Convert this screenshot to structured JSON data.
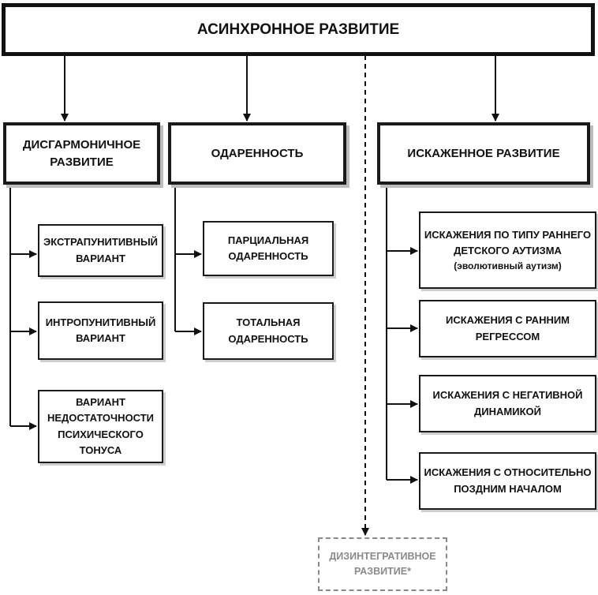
{
  "root": "АСИНХРОННОЕ РАЗВИТИЕ",
  "groups": [
    {
      "title_lines": [
        "ДИСГАРМОНИЧНОЕ",
        "РАЗВИТИЕ"
      ],
      "items": [
        {
          "lines": [
            "ЭКСТРАПУНИТИВНЫЙ",
            "ВАРИАНТ"
          ]
        },
        {
          "lines": [
            "ИНТРОПУНИТИВНЫЙ",
            "ВАРИАНТ"
          ]
        },
        {
          "lines": [
            "ВАРИАНТ",
            "НЕДОСТАТОЧНОСТИ",
            "ПСИХИЧЕСКОГО ТОНУСА"
          ]
        }
      ]
    },
    {
      "title_lines": [
        "ОДАРЕННОСТЬ"
      ],
      "items": [
        {
          "lines": [
            "ПАРЦИАЛЬНАЯ",
            "ОДАРЕННОСТЬ"
          ]
        },
        {
          "lines": [
            "ТОТАЛЬНАЯ",
            "ОДАРЕННОСТЬ"
          ]
        }
      ]
    },
    {
      "title_lines": [
        "ИСКАЖЕННОЕ РАЗВИТИЕ"
      ],
      "items": [
        {
          "lines": [
            "ИСКАЖЕНИЯ ПО ТИПУ РАННЕГО",
            "ДЕТСКОГО АУТИЗМА"
          ],
          "note": "(эволютивный аутизм)"
        },
        {
          "lines": [
            "ИСКАЖЕНИЯ С РАННИМ",
            "РЕГРЕССОМ"
          ]
        },
        {
          "lines": [
            "ИСКАЖЕНИЯ С НЕГАТИВНОЙ",
            "ДИНАМИКОЙ"
          ]
        },
        {
          "lines": [
            "ИСКАЖЕНИЯ С ОТНОСИТЕЛЬНО",
            "ПОЗДНИМ НАЧАЛОМ"
          ]
        }
      ]
    }
  ],
  "dashed_node": {
    "lines": [
      "ДИЗИНТЕГРАТИВНОЕ",
      "РАЗВИТИЕ*"
    ]
  }
}
